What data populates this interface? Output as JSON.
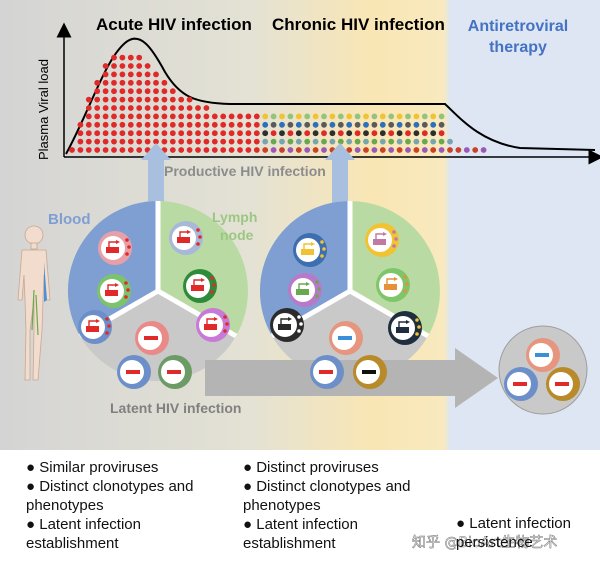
{
  "headers": {
    "acute": "Acute HIV infection",
    "chronic": "Chronic HIV infection",
    "art_line1": "Antiretroviral",
    "art_line2": "therapy"
  },
  "ylabel": "Plasma Viral load",
  "labels": {
    "productive": "Productive HIV infection",
    "latent": "Latent HIV infection",
    "blood": "Blood",
    "lymph1": "Lymph",
    "lymph2": "node"
  },
  "bullets": {
    "acute": [
      "● Similar proviruses",
      "● Distinct clonotypes and",
      "phenotypes",
      "● Latent infection",
      "establishment"
    ],
    "chronic": [
      "● Distinct proviruses",
      "● Distinct clonotypes and",
      "phenotypes",
      "● Latent infection",
      "establishment"
    ],
    "art": [
      "● Latent infection",
      "persistence"
    ]
  },
  "watermark": "知乎 @BioArt生物艺术",
  "colors": {
    "zone_acute": "#d9d9d9",
    "zone_chronic": "#f7e6b5",
    "zone_art": "#dbe4f1",
    "blood": "#7f9fd3",
    "lymph": "#b9dba3",
    "arrow": "#b4b4b4",
    "acute_dot": "#e02a2a",
    "art_text": "#4472c4"
  }
}
